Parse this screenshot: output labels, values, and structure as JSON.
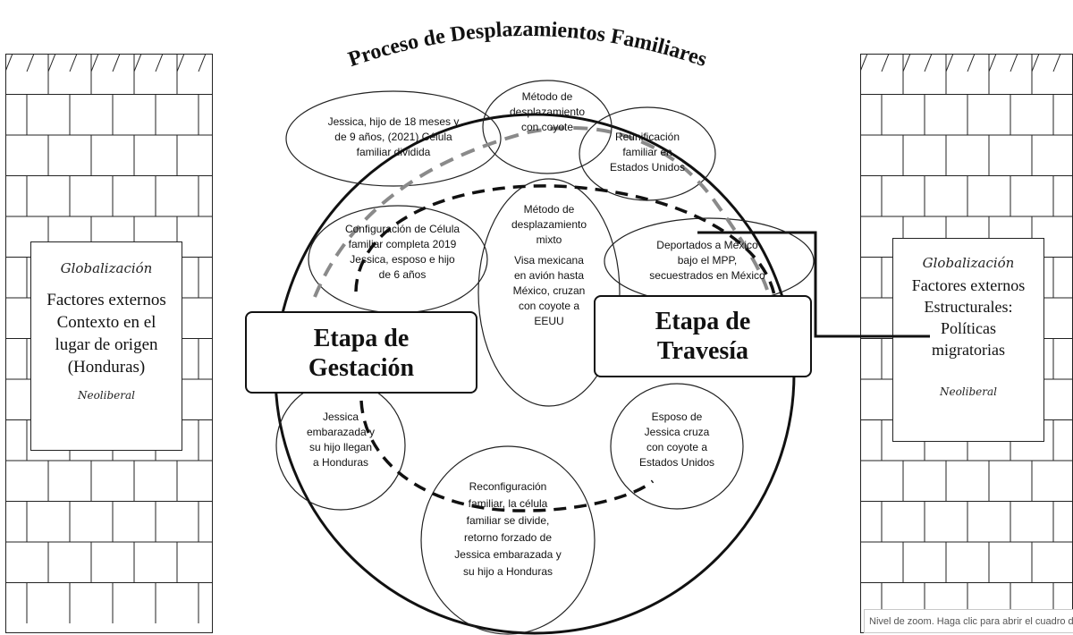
{
  "title": "Proceso de Desplazamientos Familiares",
  "left_panel": {
    "top_label": "Globalización",
    "lines": [
      "Factores externos",
      "Contexto en el",
      "lugar de origen",
      "(Honduras)"
    ],
    "bottom_label": "Neoliberal"
  },
  "right_panel": {
    "top_label": "Globalización",
    "lines": [
      "Factores externos",
      "Estructurales:",
      "Políticas",
      "migratorias"
    ],
    "bottom_label": "Neoliberal"
  },
  "stages": {
    "gestation": [
      "Etapa de",
      "Gestación"
    ],
    "transit": [
      "Etapa de",
      "Travesía"
    ]
  },
  "nodes": {
    "jessica_2021": [
      "Jessica, hijo de 18 meses y",
      "de 9 años, (2021) Célula",
      "familiar dividida"
    ],
    "metodo_coyote": [
      "Método de",
      "desplazamiento",
      "con coyote"
    ],
    "reunificacion": [
      "Reunificación",
      "familiar en",
      "Estados Unidos"
    ],
    "configuracion_2019": [
      "Configuración de Célula",
      "familiar completa 2019",
      "Jessica, esposo e hijo",
      "de 6 años"
    ],
    "metodo_mixto": [
      "Método de",
      "desplazamiento",
      "mixto",
      "Visa mexicana",
      "en avión hasta",
      "México, cruzan",
      "con coyote a",
      "EEUU"
    ],
    "deportados": [
      "Deportados a México",
      "bajo el MPP,",
      "secuestrados en México"
    ],
    "embarazada": [
      "Jessica",
      "embarazada y",
      "su hijo llegan",
      "a Honduras"
    ],
    "esposo": [
      "Esposo de",
      "Jessica cruza",
      "con coyote a",
      "Estados Unidos"
    ],
    "reconfiguracion": [
      "Reconfiguración",
      "familiar, la célula",
      "familiar se divide,",
      "retorno forzado de",
      "Jessica embarazada y",
      "su hijo a Honduras"
    ]
  },
  "status_tip": "Nivel de zoom. Haga clic para abrir el cuadro de diálogo Zoom."
}
